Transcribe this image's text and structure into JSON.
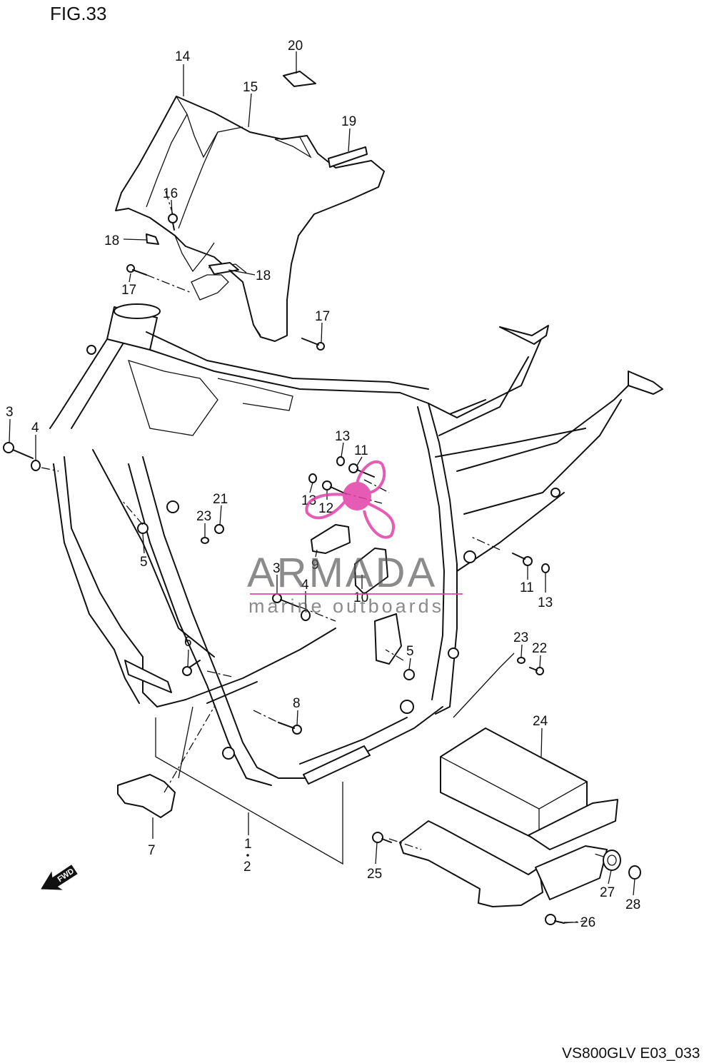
{
  "figure": {
    "title": "FIG.33",
    "code": "VS800GLV E03_033"
  },
  "watermark": {
    "brand": "ARMADA",
    "tagline": "marine outboards",
    "color": "#e23fa8",
    "text_color": "#555555"
  },
  "direction": {
    "label": "FWD"
  },
  "callouts": {
    "c14": "14",
    "c15": "15",
    "c20": "20",
    "c19": "19",
    "c16": "16",
    "c18a": "18",
    "c18b": "18",
    "c17a": "17",
    "c17b": "17",
    "c3a": "3",
    "c4a": "4",
    "c5a": "5",
    "c21": "21",
    "c23a": "23",
    "c13a": "13",
    "c11a": "11",
    "c13b": "13",
    "c12": "12",
    "c9": "9",
    "c3b": "3",
    "c4b": "4",
    "c10": "10",
    "c11b": "11",
    "c13c": "13",
    "c6": "6",
    "c5b": "5",
    "c23b": "23",
    "c22": "22",
    "c8": "8",
    "c24": "24",
    "c7": "7",
    "c1": "1",
    "c2": "2",
    "c25": "25",
    "c27": "27",
    "c28": "28",
    "c26": "26"
  }
}
